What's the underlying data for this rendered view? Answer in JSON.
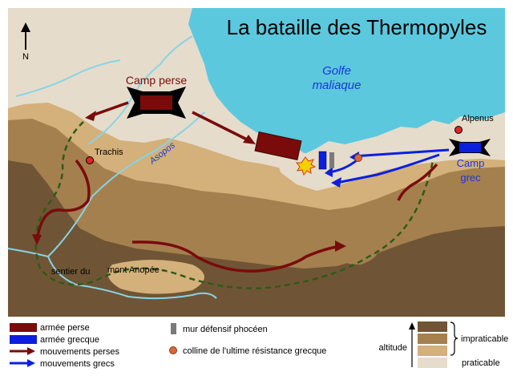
{
  "title": "La bataille des Thermopyles",
  "north": "N",
  "labels": {
    "gulf_line1": "Golfe",
    "gulf_line2": "maliaque",
    "persian_camp": "Camp perse",
    "greek_camp_line1": "Camp",
    "greek_camp_line2": "grec",
    "trachis": "Trachis",
    "alpenus": "Alpenus",
    "asopos": "Asopos",
    "path_part1": "sentier du",
    "path_part2": "mont Anopée"
  },
  "legend": {
    "persian_army": "armée perse",
    "greek_army": "armée grecque",
    "persian_moves": "mouvements perses",
    "greek_moves": "mouvements grecs",
    "phocian_wall": "mur défensif phocéen",
    "last_stand_hill": "colline de l'ultime résistance grecque",
    "altitude": "altitude",
    "impracticable": "impraticable",
    "practicable": "praticable"
  },
  "colors": {
    "sea": "#5bc8de",
    "coast": "#e6dccb",
    "high_terrain": "#6f5535",
    "mid_terrain": "#a5804f",
    "low_terrain": "#d4b07a",
    "persian": "#7a0b0b",
    "greek": "#0b1fe0",
    "wall": "#7a7a7a",
    "path": "#2f5a16",
    "river": "#87d4e6"
  }
}
